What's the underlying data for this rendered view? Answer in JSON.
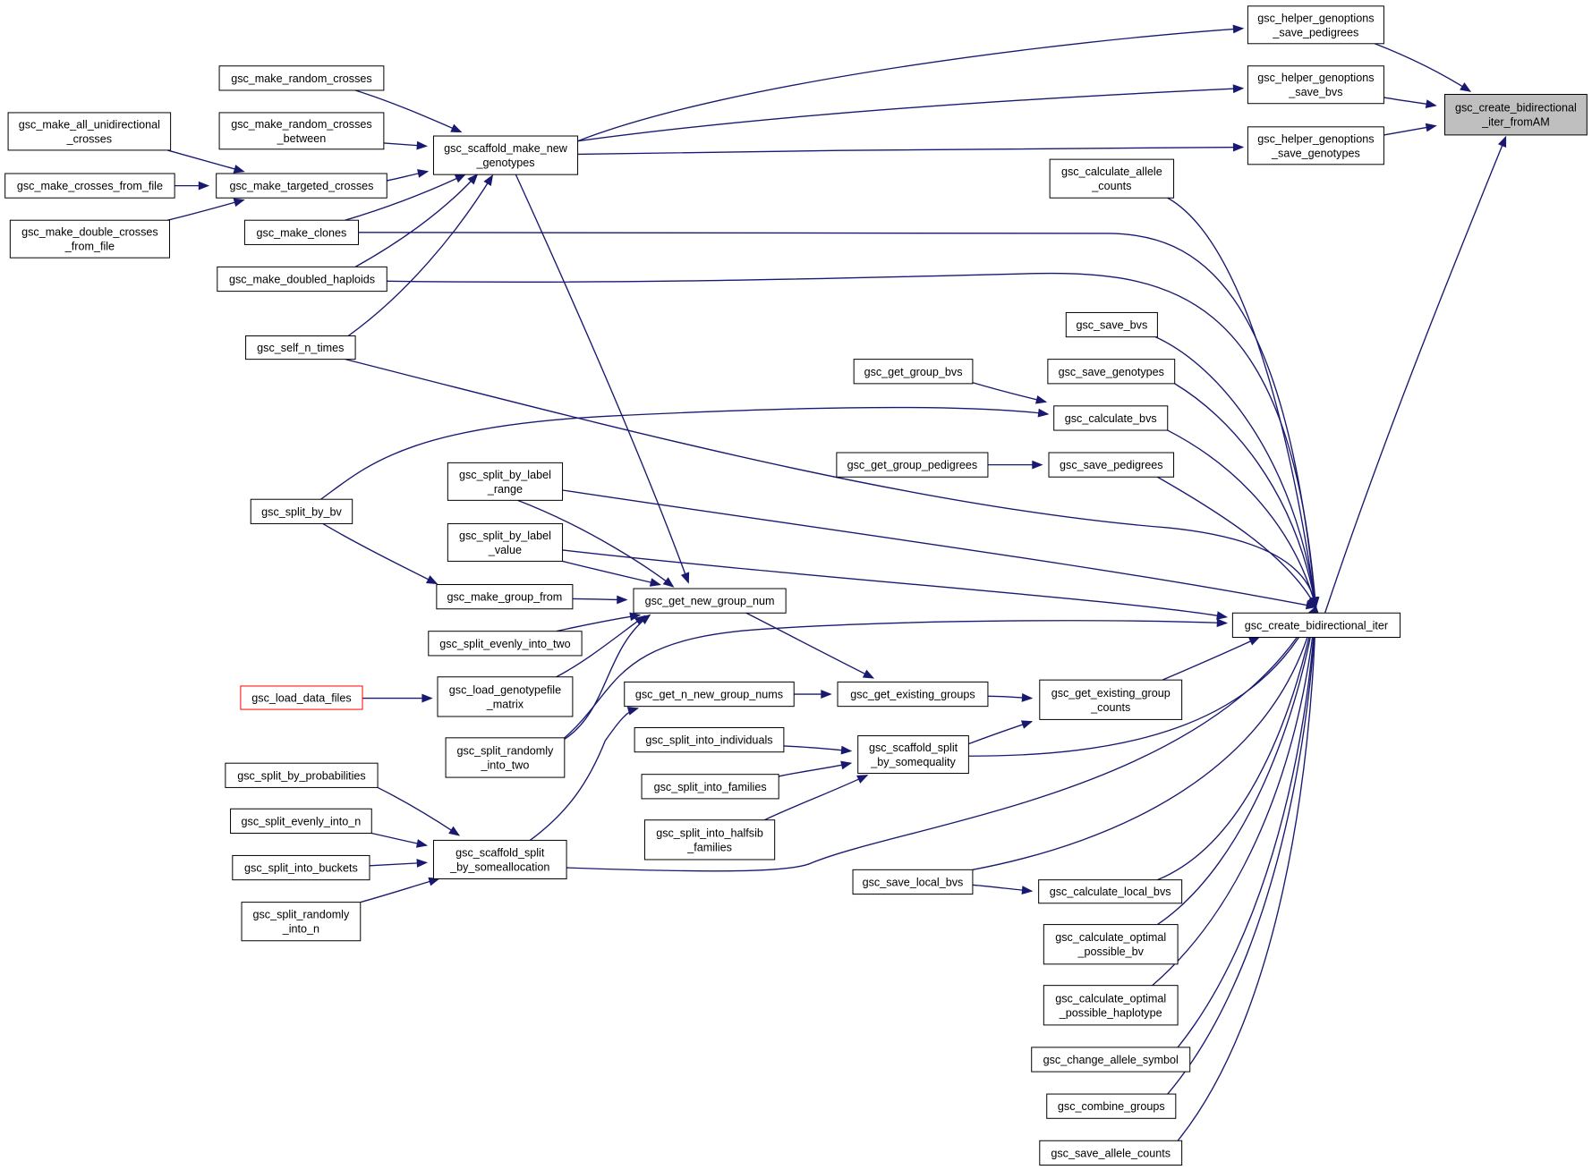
{
  "nodes": [
    {
      "id": "root",
      "lines": [
        "gsc_create_bidirectional",
        "_iter_fromAM"
      ],
      "style": "root"
    },
    {
      "id": "hsp",
      "lines": [
        "gsc_helper_genoptions",
        "_save_pedigrees"
      ]
    },
    {
      "id": "hsb",
      "lines": [
        "gsc_helper_genoptions",
        "_save_bvs"
      ]
    },
    {
      "id": "hsg",
      "lines": [
        "gsc_helper_genoptions",
        "_save_genotypes"
      ]
    },
    {
      "id": "smng",
      "lines": [
        "gsc_scaffold_make_new",
        "_genotypes"
      ]
    },
    {
      "id": "mrc",
      "lines": [
        "gsc_make_random_crosses"
      ]
    },
    {
      "id": "mrcb",
      "lines": [
        "gsc_make_random_crosses",
        "_between"
      ]
    },
    {
      "id": "mauc",
      "lines": [
        "gsc_make_all_unidirectional",
        "_crosses"
      ]
    },
    {
      "id": "mcff",
      "lines": [
        "gsc_make_crosses_from_file"
      ]
    },
    {
      "id": "mtc",
      "lines": [
        "gsc_make_targeted_crosses"
      ]
    },
    {
      "id": "mdcf",
      "lines": [
        "gsc_make_double_crosses",
        "_from_file"
      ]
    },
    {
      "id": "mcl",
      "lines": [
        "gsc_make_clones"
      ]
    },
    {
      "id": "mdh",
      "lines": [
        "gsc_make_doubled_haploids"
      ]
    },
    {
      "id": "snt",
      "lines": [
        "gsc_self_n_times"
      ]
    },
    {
      "id": "cac",
      "lines": [
        "gsc_calculate_allele",
        "_counts"
      ]
    },
    {
      "id": "sbvs",
      "lines": [
        "gsc_save_bvs"
      ]
    },
    {
      "id": "sgen",
      "lines": [
        "gsc_save_genotypes"
      ]
    },
    {
      "id": "ggb",
      "lines": [
        "gsc_get_group_bvs"
      ]
    },
    {
      "id": "cbvs",
      "lines": [
        "gsc_calculate_bvs"
      ]
    },
    {
      "id": "ggp",
      "lines": [
        "gsc_get_group_pedigrees"
      ]
    },
    {
      "id": "sped",
      "lines": [
        "gsc_save_pedigrees"
      ]
    },
    {
      "id": "sblr",
      "lines": [
        "gsc_split_by_label",
        "_range"
      ]
    },
    {
      "id": "sbv",
      "lines": [
        "gsc_split_by_bv"
      ]
    },
    {
      "id": "sblv",
      "lines": [
        "gsc_split_by_label",
        "_value"
      ]
    },
    {
      "id": "mgf",
      "lines": [
        "gsc_make_group_from"
      ]
    },
    {
      "id": "gngn",
      "lines": [
        "gsc_get_new_group_num"
      ]
    },
    {
      "id": "cbi",
      "lines": [
        "gsc_create_bidirectional_iter"
      ]
    },
    {
      "id": "seit",
      "lines": [
        "gsc_split_evenly_into_two"
      ]
    },
    {
      "id": "ldf",
      "lines": [
        "gsc_load_data_files"
      ],
      "style": "red"
    },
    {
      "id": "lgm",
      "lines": [
        "gsc_load_genotypefile",
        "_matrix"
      ]
    },
    {
      "id": "gnngn",
      "lines": [
        "gsc_get_n_new_group_nums"
      ]
    },
    {
      "id": "geg",
      "lines": [
        "gsc_get_existing_groups"
      ]
    },
    {
      "id": "gegc",
      "lines": [
        "gsc_get_existing_group",
        "_counts"
      ]
    },
    {
      "id": "sii",
      "lines": [
        "gsc_split_into_individuals"
      ]
    },
    {
      "id": "ssbq",
      "lines": [
        "gsc_scaffold_split",
        "_by_somequality"
      ]
    },
    {
      "id": "srit",
      "lines": [
        "gsc_split_randomly",
        "_into_two"
      ]
    },
    {
      "id": "sif",
      "lines": [
        "gsc_split_into_families"
      ]
    },
    {
      "id": "sbp",
      "lines": [
        "gsc_split_by_probabilities"
      ]
    },
    {
      "id": "sihf",
      "lines": [
        "gsc_split_into_halfsib",
        "_families"
      ]
    },
    {
      "id": "sein",
      "lines": [
        "gsc_split_evenly_into_n"
      ]
    },
    {
      "id": "ssba",
      "lines": [
        "gsc_scaffold_split",
        "_by_someallocation"
      ]
    },
    {
      "id": "sib",
      "lines": [
        "gsc_split_into_buckets"
      ]
    },
    {
      "id": "slbv",
      "lines": [
        "gsc_save_local_bvs"
      ]
    },
    {
      "id": "clbv",
      "lines": [
        "gsc_calculate_local_bvs"
      ]
    },
    {
      "id": "srin",
      "lines": [
        "gsc_split_randomly",
        "_into_n"
      ]
    },
    {
      "id": "copb",
      "lines": [
        "gsc_calculate_optimal",
        "_possible_bv"
      ]
    },
    {
      "id": "coph",
      "lines": [
        "gsc_calculate_optimal",
        "_possible_haplotype"
      ]
    },
    {
      "id": "cas",
      "lines": [
        "gsc_change_allele_symbol"
      ]
    },
    {
      "id": "cg",
      "lines": [
        "gsc_combine_groups"
      ]
    },
    {
      "id": "sac",
      "lines": [
        "gsc_save_allele_counts"
      ]
    }
  ]
}
